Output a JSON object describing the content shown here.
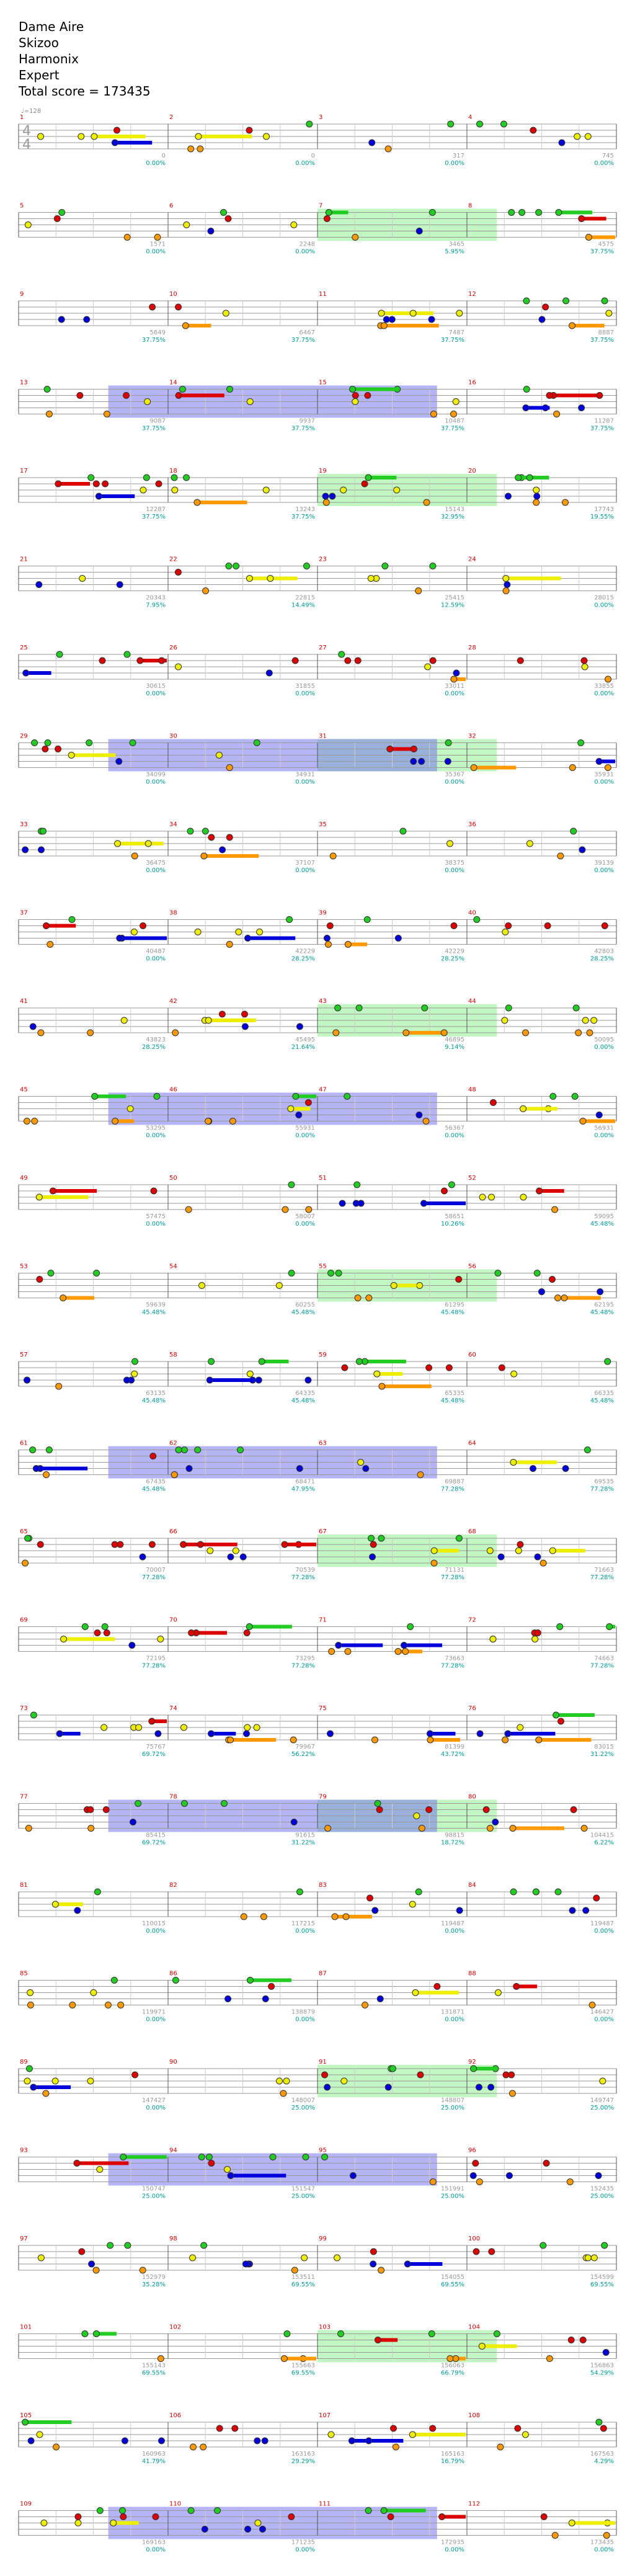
{
  "header": {
    "song": "Dame Aire",
    "artist": "Skizoo",
    "charter": "Harmonix",
    "difficulty": "Expert",
    "total_score": "Total score = 173435"
  },
  "tempo_label": "♩=128",
  "time_signature": [
    "4",
    "4"
  ],
  "colors": {
    "green": "#22cc22",
    "red": "#dd0000",
    "yellow": "#eeee00",
    "blue": "#0000dd",
    "orange": "#ff9900",
    "star_power": "#90ee90",
    "overdrive_fill": "#7777ee",
    "sp_gem": "#aaaaaa",
    "measure_number": "#cc0000",
    "score_text": "#999999",
    "percent_text": "#009999"
  },
  "measures": [
    {
      "n": "1",
      "score": "0",
      "pct": "0.00%"
    },
    {
      "n": "2",
      "score": "0",
      "pct": "0.00%"
    },
    {
      "n": "3",
      "score": "317",
      "pct": "0.00%"
    },
    {
      "n": "4",
      "score": "745",
      "pct": "0.00%"
    },
    {
      "n": "5",
      "score": "1571",
      "pct": "0.00%"
    },
    {
      "n": "6",
      "score": "2248",
      "pct": "0.00%"
    },
    {
      "n": "7",
      "score": "3465",
      "pct": "5.95%"
    },
    {
      "n": "8",
      "score": "4575",
      "pct": "37.75%"
    },
    {
      "n": "9",
      "score": "5649",
      "pct": "37.75%"
    },
    {
      "n": "10",
      "score": "6467",
      "pct": "37.75%"
    },
    {
      "n": "11",
      "score": "7487",
      "pct": "37.75%"
    },
    {
      "n": "12",
      "score": "8887",
      "pct": "37.75%"
    },
    {
      "n": "13",
      "score": "9087",
      "pct": "37.75%"
    },
    {
      "n": "14",
      "score": "9937",
      "pct": "37.75%"
    },
    {
      "n": "15",
      "score": "10487",
      "pct": "37.75%"
    },
    {
      "n": "16",
      "score": "11287",
      "pct": "37.75%"
    },
    {
      "n": "17",
      "score": "12287",
      "pct": "37.75%"
    },
    {
      "n": "18",
      "score": "13243",
      "pct": "37.75%"
    },
    {
      "n": "19",
      "score": "15143",
      "pct": "32.95%"
    },
    {
      "n": "20",
      "score": "17743",
      "pct": "19.55%"
    },
    {
      "n": "21",
      "score": "20343",
      "pct": "7.95%"
    },
    {
      "n": "22",
      "score": "22815",
      "pct": "14.49%"
    },
    {
      "n": "23",
      "score": "25415",
      "pct": "12.59%"
    },
    {
      "n": "24",
      "score": "28015",
      "pct": "0.00%"
    },
    {
      "n": "25",
      "score": "30615",
      "pct": "0.00%"
    },
    {
      "n": "26",
      "score": "31855",
      "pct": "0.00%"
    },
    {
      "n": "27",
      "score": "33011",
      "pct": "0.00%"
    },
    {
      "n": "28",
      "score": "33855",
      "pct": "0.00%"
    },
    {
      "n": "29",
      "score": "34099",
      "pct": "0.00%"
    },
    {
      "n": "30",
      "score": "34931",
      "pct": "0.00%"
    },
    {
      "n": "31",
      "score": "35367",
      "pct": "0.00%"
    },
    {
      "n": "32",
      "score": "35931",
      "pct": "0.00%"
    },
    {
      "n": "33",
      "score": "36475",
      "pct": "0.00%"
    },
    {
      "n": "34",
      "score": "37107",
      "pct": "0.00%"
    },
    {
      "n": "35",
      "score": "38375",
      "pct": "0.00%"
    },
    {
      "n": "36",
      "score": "39139",
      "pct": "0.00%"
    },
    {
      "n": "37",
      "score": "40487",
      "pct": "0.00%"
    },
    {
      "n": "38",
      "score": "42229",
      "pct": "28.25%"
    },
    {
      "n": "39",
      "score": "42229",
      "pct": "28.25%"
    },
    {
      "n": "40",
      "score": "42803",
      "pct": "28.25%"
    },
    {
      "n": "41",
      "score": "43823",
      "pct": "28.25%"
    },
    {
      "n": "42",
      "score": "45495",
      "pct": "21.64%"
    },
    {
      "n": "43",
      "score": "46895",
      "pct": "9.14%"
    },
    {
      "n": "44",
      "score": "50095",
      "pct": "0.00%"
    },
    {
      "n": "45",
      "score": "53295",
      "pct": "0.00%"
    },
    {
      "n": "46",
      "score": "55931",
      "pct": "0.00%"
    },
    {
      "n": "47",
      "score": "56367",
      "pct": "0.00%"
    },
    {
      "n": "48",
      "score": "56931",
      "pct": "0.00%"
    },
    {
      "n": "49",
      "score": "57475",
      "pct": "0.00%"
    },
    {
      "n": "50",
      "score": "58007",
      "pct": "0.00%"
    },
    {
      "n": "51",
      "score": "58651",
      "pct": "10.26%"
    },
    {
      "n": "52",
      "score": "59095",
      "pct": "45.48%"
    },
    {
      "n": "53",
      "score": "59639",
      "pct": "45.48%"
    },
    {
      "n": "54",
      "score": "60255",
      "pct": "45.48%"
    },
    {
      "n": "55",
      "score": "61295",
      "pct": "45.48%"
    },
    {
      "n": "56",
      "score": "62195",
      "pct": "45.48%"
    },
    {
      "n": "57",
      "score": "63135",
      "pct": "45.48%"
    },
    {
      "n": "58",
      "score": "64335",
      "pct": "45.48%"
    },
    {
      "n": "59",
      "score": "65335",
      "pct": "45.48%"
    },
    {
      "n": "60",
      "score": "66335",
      "pct": "45.48%"
    },
    {
      "n": "61",
      "score": "67435",
      "pct": "45.48%"
    },
    {
      "n": "62",
      "score": "68471",
      "pct": "47.95%"
    },
    {
      "n": "63",
      "score": "69887",
      "pct": "77.28%"
    },
    {
      "n": "64",
      "score": "69535",
      "pct": "77.28%"
    },
    {
      "n": "65",
      "score": "70007",
      "pct": "77.28%"
    },
    {
      "n": "66",
      "score": "70539",
      "pct": "77.28%"
    },
    {
      "n": "67",
      "score": "71131",
      "pct": "77.28%"
    },
    {
      "n": "68",
      "score": "71663",
      "pct": "77.28%"
    },
    {
      "n": "69",
      "score": "72195",
      "pct": "77.28%"
    },
    {
      "n": "70",
      "score": "73295",
      "pct": "77.28%"
    },
    {
      "n": "71",
      "score": "73663",
      "pct": "77.28%"
    },
    {
      "n": "72",
      "score": "74663",
      "pct": "77.28%"
    },
    {
      "n": "73",
      "score": "75767",
      "pct": "69.72%"
    },
    {
      "n": "74",
      "score": "79967",
      "pct": "56.22%"
    },
    {
      "n": "75",
      "score": "81399",
      "pct": "43.72%"
    },
    {
      "n": "76",
      "score": "83015",
      "pct": "31.22%"
    },
    {
      "n": "77",
      "score": "85415",
      "pct": "69.72%"
    },
    {
      "n": "78",
      "score": "91615",
      "pct": "31.22%"
    },
    {
      "n": "79",
      "score": "98815",
      "pct": "18.72%"
    },
    {
      "n": "80",
      "score": "104415",
      "pct": "6.22%"
    },
    {
      "n": "81",
      "score": "110015",
      "pct": "0.00%"
    },
    {
      "n": "82",
      "score": "117215",
      "pct": "0.00%"
    },
    {
      "n": "83",
      "score": "119487",
      "pct": "0.00%"
    },
    {
      "n": "84",
      "score": "119487",
      "pct": "0.00%"
    },
    {
      "n": "85",
      "score": "119971",
      "pct": "0.00%"
    },
    {
      "n": "86",
      "score": "138879",
      "pct": "0.00%"
    },
    {
      "n": "87",
      "score": "131871",
      "pct": "0.00%"
    },
    {
      "n": "88",
      "score": "146427",
      "pct": "0.00%"
    },
    {
      "n": "89",
      "score": "147427",
      "pct": "0.00%"
    },
    {
      "n": "90",
      "score": "148007",
      "pct": "25.00%"
    },
    {
      "n": "91",
      "score": "148807",
      "pct": "25.00%"
    },
    {
      "n": "92",
      "score": "149747",
      "pct": "25.00%"
    },
    {
      "n": "93",
      "score": "150747",
      "pct": "25.00%"
    },
    {
      "n": "94",
      "score": "151547",
      "pct": "25.00%"
    },
    {
      "n": "95",
      "score": "151991",
      "pct": "25.00%"
    },
    {
      "n": "96",
      "score": "152435",
      "pct": "25.00%"
    },
    {
      "n": "97",
      "score": "152979",
      "pct": "35.28%"
    },
    {
      "n": "98",
      "score": "153511",
      "pct": "69.55%"
    },
    {
      "n": "99",
      "score": "154055",
      "pct": "69.55%"
    },
    {
      "n": "100",
      "score": "154599",
      "pct": "69.55%"
    },
    {
      "n": "101",
      "score": "155143",
      "pct": "69.55%"
    },
    {
      "n": "102",
      "score": "155663",
      "pct": "69.55%"
    },
    {
      "n": "103",
      "score": "156063",
      "pct": "66.79%"
    },
    {
      "n": "104",
      "score": "156863",
      "pct": "54.29%"
    },
    {
      "n": "105",
      "score": "160963",
      "pct": "41.79%"
    },
    {
      "n": "106",
      "score": "163163",
      "pct": "29.29%"
    },
    {
      "n": "107",
      "score": "165163",
      "pct": "16.79%"
    },
    {
      "n": "108",
      "score": "167563",
      "pct": "4.29%"
    },
    {
      "n": "109",
      "score": "169163",
      "pct": "0.00%"
    },
    {
      "n": "110",
      "score": "171235",
      "pct": "0.00%"
    },
    {
      "n": "111",
      "score": "172935",
      "pct": "0.00%"
    },
    {
      "n": "112",
      "score": "173435",
      "pct": "0.00%"
    }
  ]
}
